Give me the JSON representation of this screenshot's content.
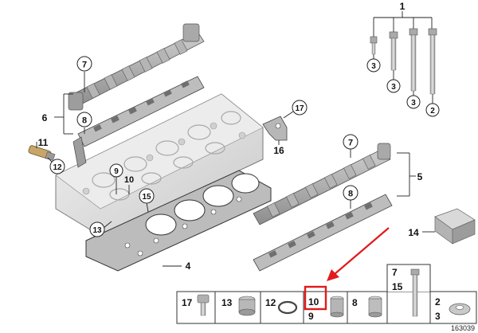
{
  "callouts": {
    "c1": "1",
    "c2": "2",
    "c3a": "3",
    "c3b": "3",
    "c3c": "3",
    "c4": "4",
    "c5": "5",
    "c6": "6",
    "c7a": "7",
    "c7b": "7",
    "c8a": "8",
    "c8b": "8",
    "c9": "9",
    "c10": "10",
    "c11": "11",
    "c12": "12",
    "c13": "13",
    "c14": "14",
    "c15": "15",
    "c16": "16",
    "c17": "17"
  },
  "parts_strip": {
    "cells": [
      {
        "number": "17"
      },
      {
        "number": "13"
      },
      {
        "number": "12"
      },
      {
        "number": "10",
        "sub": "9",
        "highlighted": true
      },
      {
        "number": "8"
      },
      {
        "number": "7",
        "sub": "15"
      },
      {
        "number": "2",
        "sub": "3"
      }
    ]
  },
  "figure_number": "163039",
  "colors": {
    "highlight": "#e11b1b",
    "line": "#222222",
    "part_fill": "#d4d4d4",
    "part_dark": "#8a8a8a"
  }
}
